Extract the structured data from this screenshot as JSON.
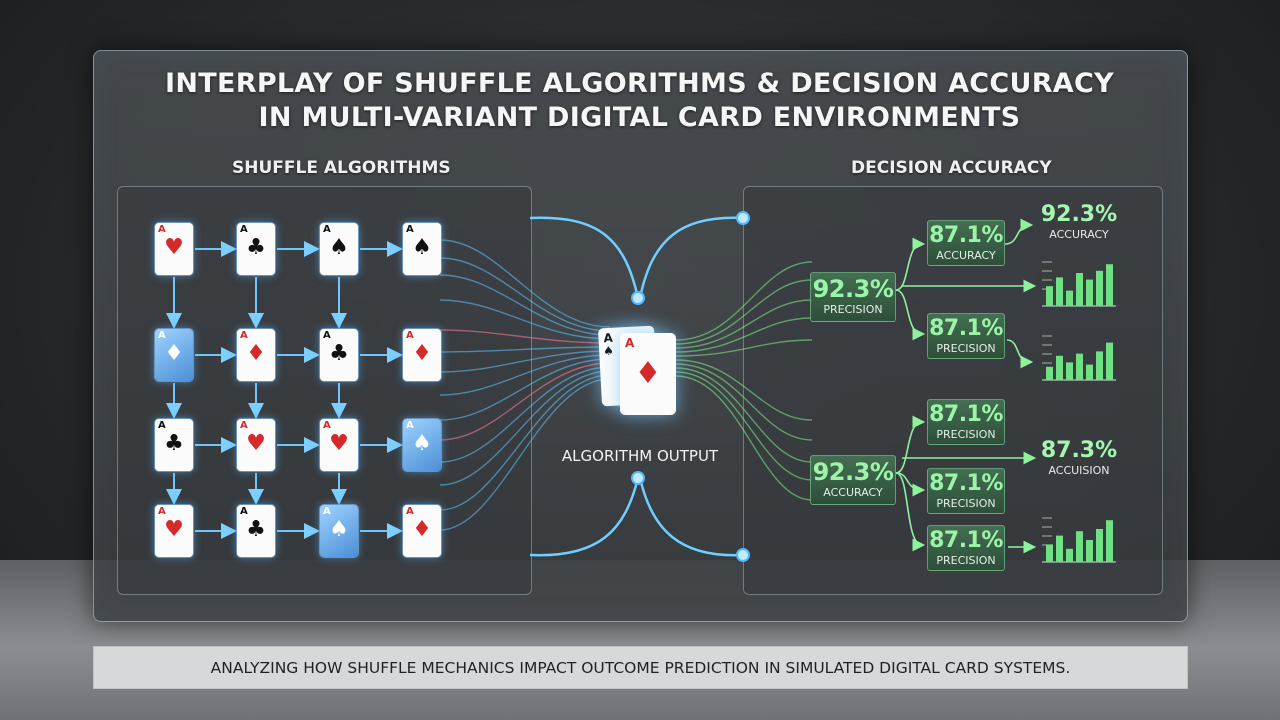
{
  "title_line1": "INTERPLAY OF SHUFFLE ALGORITHMS & DECISION ACCURACY",
  "title_line2": "IN MULTI-VARIANT DIGITAL CARD ENVIRONMENTS",
  "left_section_label": "SHUFFLE ALGORITHMS",
  "right_section_label": "DECISION ACCURACY",
  "center_label": "ALGORITHM OUTPUT",
  "caption": "ANALYZING HOW SHUFFLE MECHANICS IMPACT OUTCOME PREDICTION IN SIMULATED DIGITAL CARD SYSTEMS.",
  "card_grid": [
    [
      {
        "rank": "A",
        "suit": "♥",
        "color": "red"
      },
      {
        "rank": "A",
        "suit": "♣",
        "color": "black"
      },
      {
        "rank": "A",
        "suit": "♠",
        "color": "black"
      },
      {
        "rank": "A",
        "suit": "♠",
        "color": "black"
      }
    ],
    [
      {
        "rank": "A",
        "suit": "♦",
        "color": "blue"
      },
      {
        "rank": "A",
        "suit": "♦",
        "color": "red"
      },
      {
        "rank": "A",
        "suit": "♣",
        "color": "black"
      },
      {
        "rank": "A",
        "suit": "♦",
        "color": "red"
      }
    ],
    [
      {
        "rank": "A",
        "suit": "♣",
        "color": "black"
      },
      {
        "rank": "A",
        "suit": "♥",
        "color": "red"
      },
      {
        "rank": "A",
        "suit": "♥",
        "color": "red"
      },
      {
        "rank": "A",
        "suit": "♠",
        "color": "blue"
      }
    ],
    [
      {
        "rank": "A",
        "suit": "♥",
        "color": "red"
      },
      {
        "rank": "A",
        "suit": "♣",
        "color": "black"
      },
      {
        "rank": "A",
        "suit": "♠",
        "color": "blue"
      },
      {
        "rank": "A",
        "suit": "♦",
        "color": "red"
      }
    ]
  ],
  "output_cards": [
    {
      "rank": "A",
      "suit": "♠",
      "color": "black"
    },
    {
      "rank": "A",
      "suit": "♦",
      "color": "red"
    }
  ],
  "metrics": {
    "root_top": {
      "value": "92.3%",
      "label": "PRECISION"
    },
    "top_a": {
      "value": "87.1%",
      "label": "ACCURACY"
    },
    "top_b": {
      "value": "87.1%",
      "label": "PRECISION"
    },
    "top_result": {
      "value": "92.3%",
      "label": "ACCURACY"
    },
    "root_bottom": {
      "value": "92.3%",
      "label": "ACCURACY"
    },
    "bot_a": {
      "value": "87.1%",
      "label": "PRECISION"
    },
    "bot_b": {
      "value": "87.1%",
      "label": "PRECISION"
    },
    "bot_c": {
      "value": "87.1%",
      "label": "PRECISION"
    },
    "bot_result": {
      "value": "87.3%",
      "label": "ACCUISION"
    }
  },
  "mini_charts": [
    {
      "values": [
        0.45,
        0.65,
        0.35,
        0.75,
        0.6,
        0.8,
        0.95
      ]
    },
    {
      "values": [
        0.3,
        0.55,
        0.4,
        0.6,
        0.35,
        0.65,
        0.85
      ]
    },
    {
      "values": [
        0.4,
        0.6,
        0.3,
        0.7,
        0.5,
        0.75,
        0.95
      ]
    }
  ],
  "colors": {
    "accent_blue": "#5fc6ff",
    "accent_green": "#7ef08e",
    "card_red": "#d52a2a"
  }
}
